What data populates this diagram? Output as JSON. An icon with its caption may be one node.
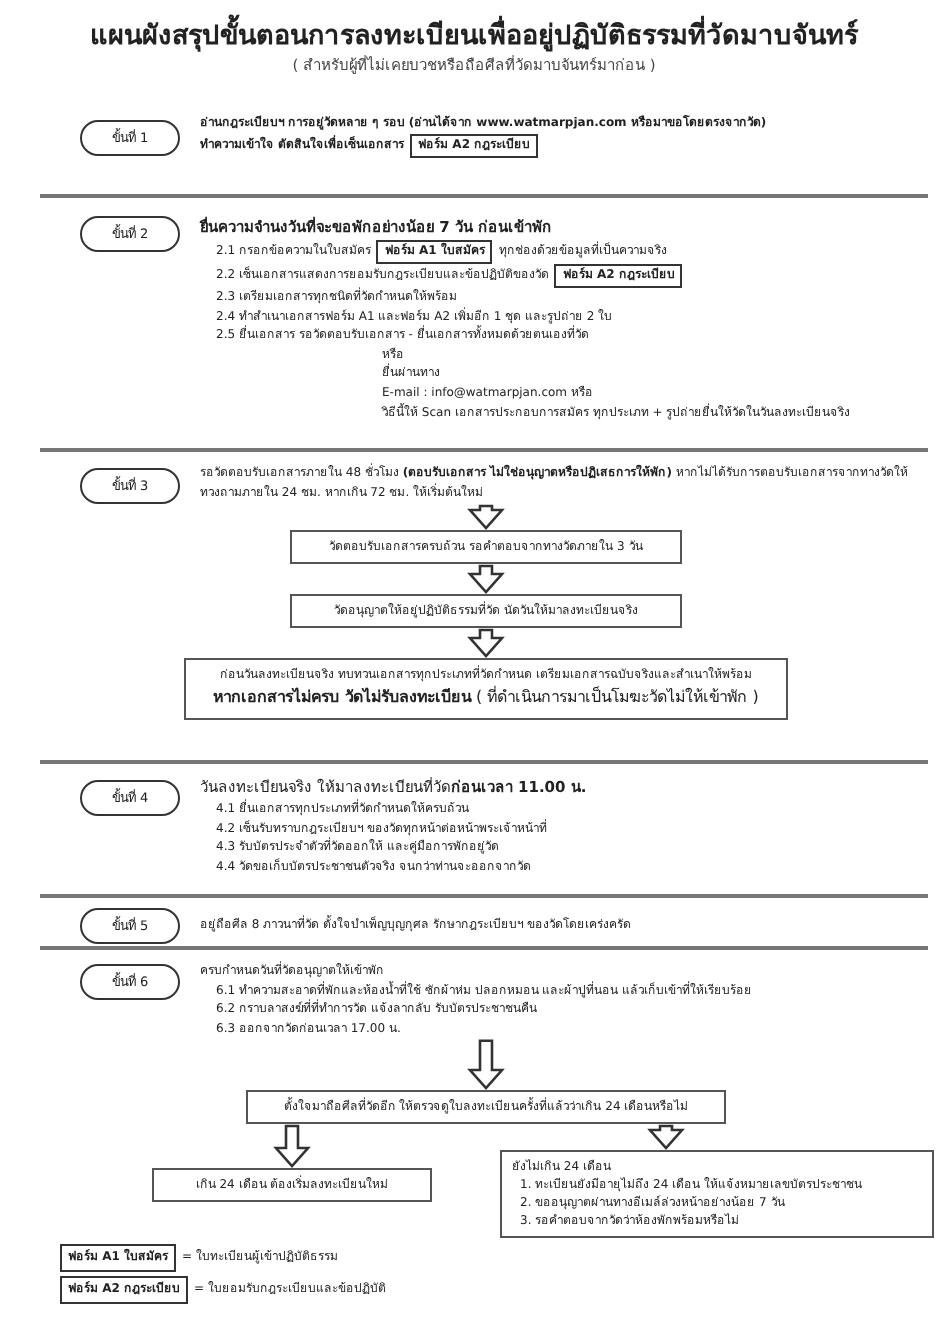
{
  "diagram": {
    "title": "แผนผังสรุปขั้นตอนการลงทะเบียนเพื่ออยู่ปฏิบัติธรรมที่วัดมาบจันทร์",
    "nodes": [
      {
        "text": [
          "ขั้นที่ 1"
        ],
        "beside": [
          "อ่านกฎระเบียบฯ การอยู่วัดหลาย ๆ รอบ (อ่านได้จาก www.watmarpjan.com หรือมาขอโดยตรงจากวัด)",
          "ทำความเข้าใจ ตัดสินใจเพื่อเซ็นเอกสาร"
        ]
      },
      {
        "text": [
          "ฟอร์ม A2 กฎระเบียบ"
        ]
      },
      {
        "text": [
          "ขั้นที่ 2"
        ],
        "beside": [
          "ยื่นความจำนงวันที่จะขอพักอย่างน้อย 7 วัน ก่อนเข้าพัก",
          "2.1 กรอกข้อความในใบสมัคร",
          "ทุกช่องด้วยข้อมูลที่เป็นความจริง",
          "2.2 เซ็นเอกสารแสดงการยอมรับกฎระเบียบและข้อปฏิบัติของวัด",
          "2.3 เตรียมเอกสารทุกชนิดที่วัดกำหนดให้พร้อม",
          "2.4 ทำสำเนาเอกสารฟอร์ม A1 และฟอร์ม A2 เพิ่มอีก 1 ชุด และรูปถ่าย 2 ใบ",
          "2.5 ยื่นเอกสาร รอวัดตอบรับเอกสาร - ยื่นเอกสารทั้งหมดด้วยตนเองที่วัด",
          "หรือ",
          "ยื่นผ่านทาง",
          "E-mail : info@watmarpjan.com หรือ",
          "วิธีนี้ให้ Scan เอกสารประกอบการสมัคร ทุกประเภท + รูปถ่ายยื่นให้วัดในวันลงทะเบียนจริง"
        ]
      },
      {
        "text": [
          "ฟอร์ม A1 ใบสมัคร"
        ]
      },
      {
        "text": [
          "ฟอร์ม A2 กฎระเบียบ"
        ]
      },
      {
        "text": [
          "ขั้นที่ 3"
        ]
      },
      {
        "text": [
          "รอวัดตอบรับเอกสารภายใน 48 ชั่วโมง **(ตอบรับเอกสาร ไม่ใช่อนุญาตหรือปฏิเสธการให้พัก)** หากไม่ได้รับการตอบรับเอกสารจากทางวัดให้ทวงถามภายใน 24 ชม. หากเกิน 72 ชม. ให้เริ่มต้นใหม่"
        ]
      },
      {
        "text": [
          "วัดตอบรับเอกสารครบถ้วน รอคำตอบจากทางวัดภายใน 3 วัน"
        ]
      },
      {
        "text": [
          "วัดอนุญาตให้อยู่ปฏิบัติธรรมที่วัด นัดวันให้มาลงทะเบียนจริง"
        ]
      },
      {
        "text": [
          "ก่อนวันลงทะเบียนจริง ทบทวนเอกสารทุกประเภทที่วัดกำหนด เตรียมเอกสารฉบับจริงและสำเนาให้พร้อม",
          "**หากเอกสารไม่ครบ วัดไม่รับลงทะเบียน** ( ที่ดำเนินการมาเป็นโมฆะวัดไม่ให้เข้าพัก )"
        ]
      },
      {
        "text": [
          "ขั้นที่ 4"
        ],
        "beside": [
          "วันลงทะเบียนจริง ให้มาลงทะเบียนที่วัด**ก่อนเวลา 11.00 น.**",
          "4.1 ยื่นเอกสารทุกประเภทที่วัดกำหนดให้ครบถ้วน",
          "4.2 เซ็นรับทราบกฎระเบียบฯ ของวัดทุกหน้าต่อหน้าพระเจ้าหน้าที่",
          "4.3 รับบัตรประจำตัวที่วัดออกให้ และคู่มือการพักอยู่วัด",
          "4.4 วัดขอเก็บบัตรประชาชนตัวจริง จนกว่าท่านจะออกจากวัด"
        ]
      },
      {
        "text": [
          "ขั้นที่ 5"
        ],
        "beside": [
          "อยู่ถือศีล 8 ภาวนาที่วัด ตั้งใจบำเพ็ญบุญกุศล รักษากฎระเบียบฯ ของวัดโดยเคร่งครัด"
        ]
      },
      {
        "text": [
          "ขั้นที่ 6"
        ]
      },
      {
        "text": [
          "ครบกำหนดวันที่วัดอนุญาตให้เข้าพัก",
          "6.1 ทำความสะอาดที่พักและห้องน้ำที่ใช้ ซักผ้าห่ม ปลอกหมอน และผ้าปูที่นอน แล้วเก็บเข้าที่ให้เรียบร้อย",
          "6.2 กราบลาสงฆ์ที่ที่ทำการวัด แจ้งลากลับ รับบัตรประชาชนคืน",
          "6.3 ออกจากวัดก่อนเวลา 17.00 น."
        ]
      },
      {
        "text": [
          "ตั้งใจมาถือศีลที่วัดอีก ให้ตรวจดูใบลงทะเบียนครั้งที่แล้วว่าเกิน 24 เดือนหรือไม่"
        ]
      },
      {
        "text": [
          "เกิน 24 เดือน ต้องเริ่มลงทะเบียนใหม่"
        ]
      },
      {
        "text": [
          "ยังไม่เกิน 24 เดือน",
          "1. ทะเบียนยังมีอายุไม่ถึง 24 เดือน ให้แจ้งหมายเลขบัตรประชาชน",
          "2. ขออนุญาตผ่านทางอีเมล์ล่วงหน้าอย่างน้อย 7 วัน",
          "3. รอคำตอบจากวัดว่าห้องพักพร้อมหรือไม่"
        ]
      },
      {
        "text": [
          "ฟอร์ม A1 ใบสมัคร"
        ],
        "beside": [
          "= ใบทะเบียนผู้เข้าปฏิบัติธรรม"
        ]
      },
      {
        "text": [
          "ฟอร์ม A2 กฎระเบียบ"
        ],
        "beside": [
          "= ใบยอมรับกฎระเบียบและข้อปฏิบัติ"
        ]
      }
    ],
    "edges": [
      {
        "from": 6,
        "to": 7,
        "arrow": "to"
      },
      {
        "from": 7,
        "to": 8,
        "arrow": "to"
      },
      {
        "from": 8,
        "to": 9,
        "arrow": "to"
      },
      {
        "from": 13,
        "to": 14,
        "arrow": "to"
      },
      {
        "from": 14,
        "to": 15,
        "arrow": "to"
      },
      {
        "from": 14,
        "to": 16,
        "arrow": "to"
      }
    ],
    "labels": [
      "( สำหรับผู้ที่ไม่เคยบวชหรือถือศีลที่วัดมาบจันทร์มาก่อน )"
    ]
  }
}
